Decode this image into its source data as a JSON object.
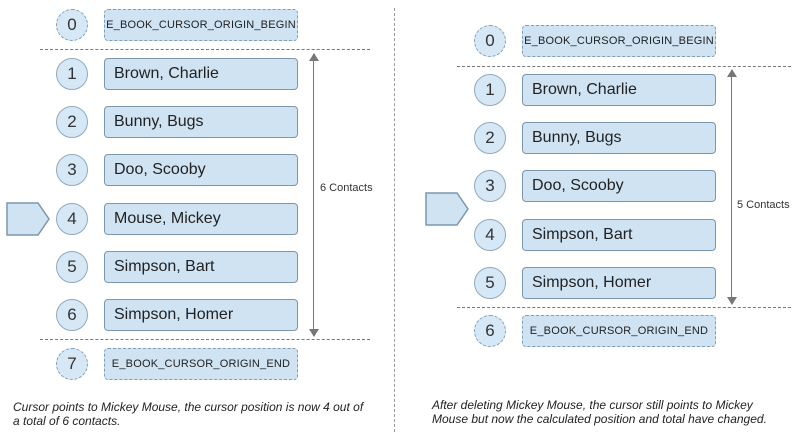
{
  "left": {
    "begin": {
      "index": "0",
      "label": "E_BOOK_CURSOR_ORIGIN_BEGIN"
    },
    "contacts": [
      {
        "index": "1",
        "name": "Brown, Charlie"
      },
      {
        "index": "2",
        "name": "Bunny, Bugs"
      },
      {
        "index": "3",
        "name": "Doo, Scooby"
      },
      {
        "index": "4",
        "name": "Mouse, Mickey"
      },
      {
        "index": "5",
        "name": "Simpson, Bart"
      },
      {
        "index": "6",
        "name": "Simpson, Homer"
      }
    ],
    "end": {
      "index": "7",
      "label": "E_BOOK_CURSOR_ORIGIN_END"
    },
    "count_label": "6 Contacts",
    "caption_line1": "Cursor points to Mickey Mouse, the cursor position is now 4 out of",
    "caption_line2": "a total of 6 contacts."
  },
  "right": {
    "begin": {
      "index": "0",
      "label": "E_BOOK_CURSOR_ORIGIN_BEGIN"
    },
    "contacts": [
      {
        "index": "1",
        "name": "Brown, Charlie"
      },
      {
        "index": "2",
        "name": "Bunny, Bugs"
      },
      {
        "index": "3",
        "name": "Doo, Scooby"
      },
      {
        "index": "4",
        "name": "Simpson, Bart"
      },
      {
        "index": "5",
        "name": "Simpson, Homer"
      }
    ],
    "end": {
      "index": "6",
      "label": "E_BOOK_CURSOR_ORIGIN_END"
    },
    "count_label": "5 Contacts",
    "caption_line1": "After deleting Mickey Mouse, the cursor still points to Mickey",
    "caption_line2": "Mouse but now the calculated position and total have changed."
  },
  "colors": {
    "node_fill": "#cfe3f3",
    "node_border": "#7b97ae",
    "line": "#777777"
  }
}
